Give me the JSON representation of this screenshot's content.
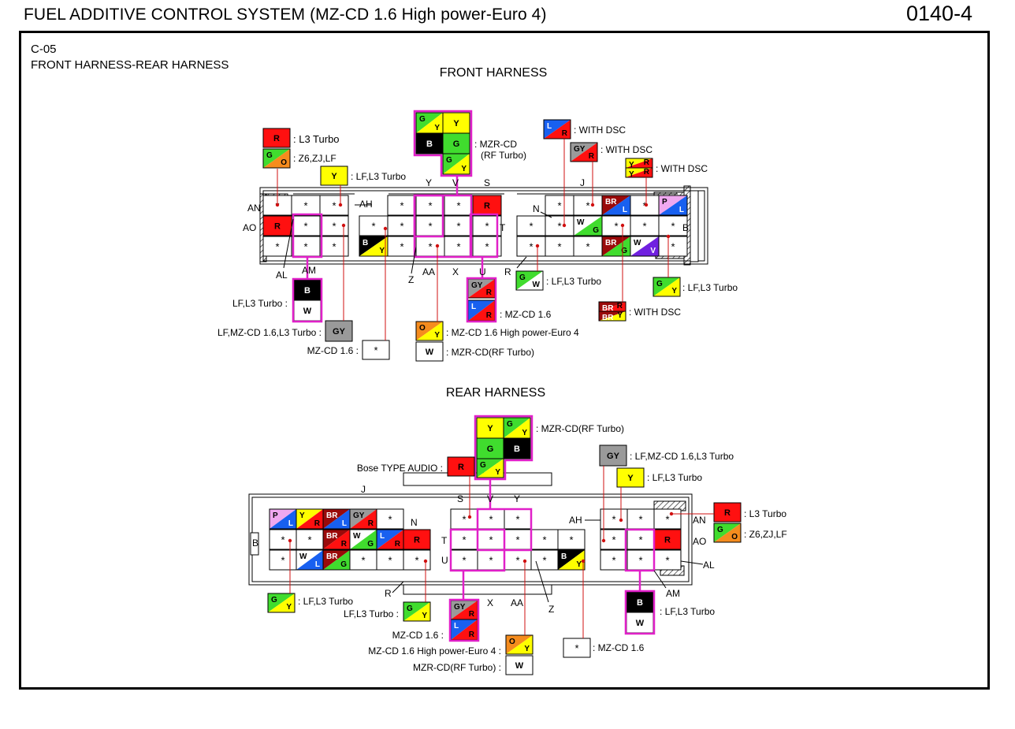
{
  "header": {
    "title": "FUEL ADDITIVE CONTROL SYSTEM (MZ-CD 1.6 High power-Euro 4)",
    "page": "0140-4"
  },
  "connector": {
    "code": "C-05",
    "name": "FRONT HARNESS-REAR HARNESS"
  },
  "colors": {
    "R": "#ff1010",
    "G": "#40dc2e",
    "Y": "#ffff00",
    "B": "#000000",
    "W": "#ffffff",
    "L": "#1860f0",
    "O": "#f58c1e",
    "GY": "#9a9a9a",
    "BR": "#9a0a0a",
    "P": "#f0a8f0",
    "V": "#7020e0",
    "magenta": "#e020c8",
    "leader": "#d01010"
  },
  "asterisk": "*",
  "front": {
    "title": "FRONT HARNESS",
    "legends": {
      "l3turbo": "L3 Turbo",
      "z6": "Z6,ZJ,LF",
      "lfl3": "LF,L3 Turbo",
      "mzrcd": "MZR-CD",
      "rfturbo": "(RF Turbo)",
      "dsc1": "WITH DSC",
      "dsc2": "WITH DSC",
      "dsc3": "WITH DSC",
      "gw": "LF,L3 Turbo",
      "gy": "LF,L3 Turbo",
      "dsc4": "WITH DSC",
      "bw": "LF,L3 Turbo :",
      "gyl": "LF,MZ-CD 1.6,L3 Turbo :",
      "mzcd16": "MZ-CD 1.6 :",
      "mzcd16b": "MZ-CD 1.6",
      "oy": "MZ-CD 1.6 High power-Euro 4",
      "wrf": "MZR-CD(RF Turbo)"
    },
    "pins": {
      "AN": "AN",
      "AO": "AO",
      "AH": "AH",
      "AL": "AL",
      "AM": "AM",
      "Y": "Y",
      "V": "V",
      "S": "S",
      "T": "T",
      "U": "U",
      "X": "X",
      "Z": "Z",
      "AA": "AA",
      "J": "J",
      "N": "N",
      "B": "B",
      "R": "R"
    }
  },
  "rear": {
    "title": "REAR HARNESS",
    "legends": {
      "mzr": "MZR-CD(RF Turbo)",
      "bose": "Bose TYPE AUDIO :",
      "gy": "LF,MZ-CD 1.6,L3 Turbo",
      "y": "LF,L3 Turbo",
      "l3": "L3 Turbo",
      "z6": "Z6,ZJ,LF",
      "gy2": "LF,L3 Turbo",
      "gy3": "LF,L3 Turbo :",
      "bw": "LF,L3 Turbo",
      "mz16": "MZ-CD 1.6 :",
      "hp": "MZ-CD 1.6 High power-Euro 4 :",
      "rf": "MZR-CD(RF Turbo) :",
      "star": "MZ-CD 1.6"
    },
    "pins": {
      "J": "J",
      "S": "S",
      "V": "V",
      "Y": "Y",
      "N": "N",
      "AH": "AH",
      "AN": "AN",
      "AO": "AO",
      "AL": "AL",
      "AM": "AM",
      "T": "T",
      "U": "U",
      "R": "R",
      "X": "X",
      "AA": "AA",
      "Z": "Z",
      "B": "B"
    }
  }
}
